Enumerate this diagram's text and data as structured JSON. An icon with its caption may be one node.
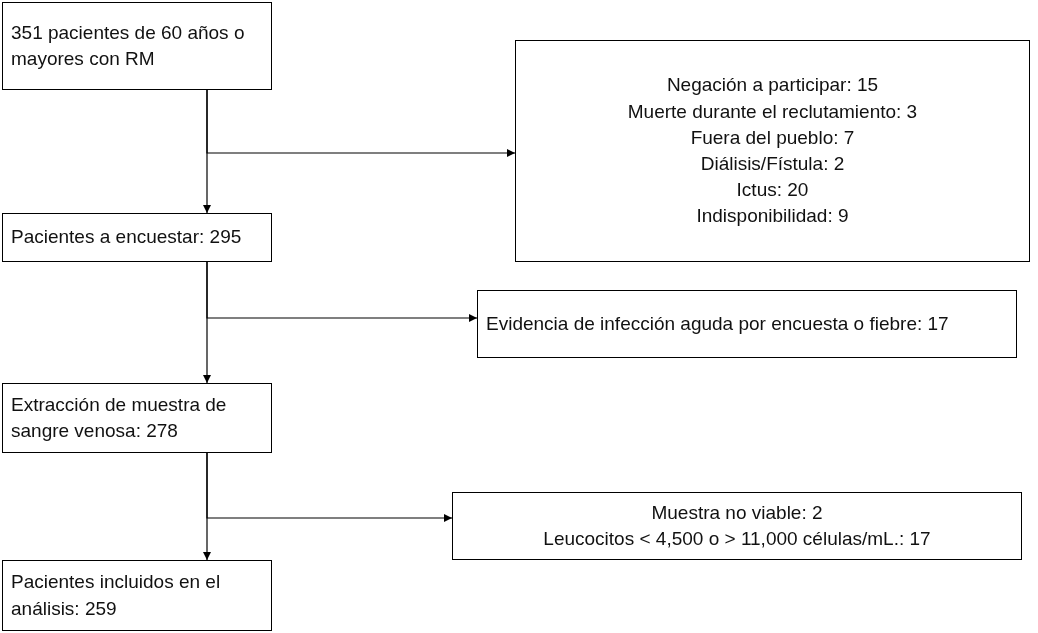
{
  "diagram": {
    "nodes": [
      {
        "text": [
          "351 pacientes de 60 años o mayores con RM"
        ]
      },
      {
        "text": [
          "Negación a participar: 15",
          "Muerte durante el reclutamiento: 3",
          "Fuera del pueblo: 7",
          "Diálisis/Fístula: 2",
          "Ictus: 20",
          "Indisponibilidad: 9"
        ]
      },
      {
        "text": [
          "Pacientes a encuestar: 295"
        ]
      },
      {
        "text": [
          "Evidencia de infección aguda por encuesta o fiebre: 17"
        ]
      },
      {
        "text": [
          "Extracción de muestra de sangre venosa: 278"
        ]
      },
      {
        "text": [
          "Muestra no viable: 2",
          "Leucocitos < 4,500 o > 11,000 células/mL.: 17"
        ]
      },
      {
        "text": [
          "Pacientes incluidos en el análisis: 259"
        ]
      }
    ],
    "edges": [
      {
        "from": 0,
        "to": 2,
        "arrow": "to"
      },
      {
        "from": 0,
        "to": 1,
        "arrow": "to"
      },
      {
        "from": 2,
        "to": 4,
        "arrow": "to"
      },
      {
        "from": 2,
        "to": 3,
        "arrow": "to"
      },
      {
        "from": 4,
        "to": 6,
        "arrow": "to"
      },
      {
        "from": 4,
        "to": 5,
        "arrow": "to"
      }
    ]
  }
}
